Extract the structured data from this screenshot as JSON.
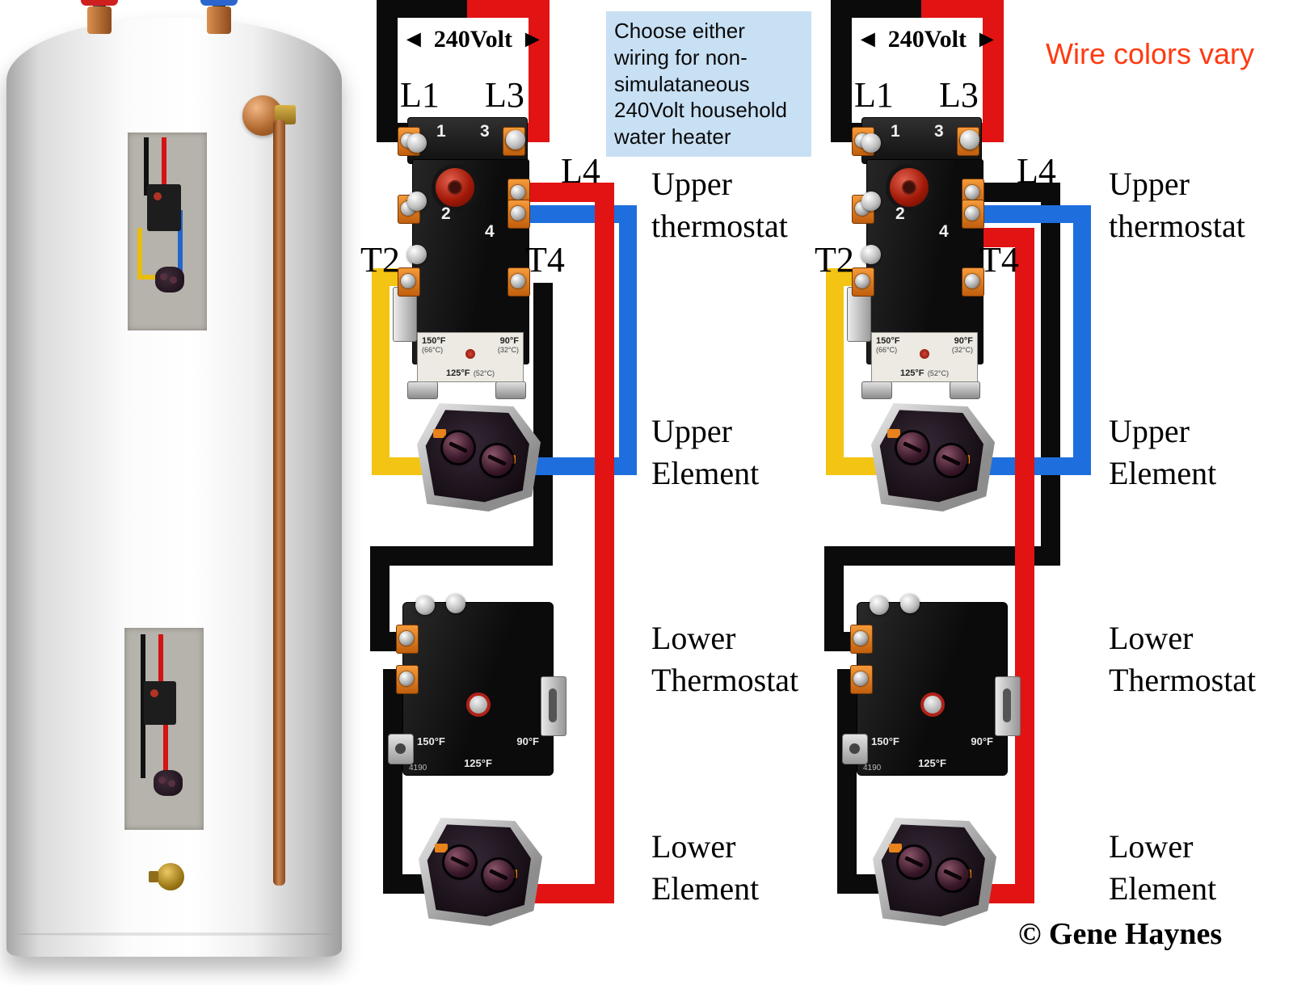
{
  "note": {
    "text": "Choose either wiring for non-simulataneous 240Volt household water heater"
  },
  "header": {
    "wire_colors_vary": "Wire colors vary"
  },
  "footer": {
    "copyright": "© Gene Haynes"
  },
  "diagram": {
    "volt_label": "240Volt",
    "arrow_left": "◄",
    "arrow_right": "►",
    "terminals": {
      "l1": "L1",
      "l3": "L3",
      "l4": "L4",
      "t2": "T2",
      "t4": "T4"
    },
    "pole_numbers": {
      "n1": "1",
      "n2": "2",
      "n3": "3",
      "n4": "4"
    },
    "labels": {
      "upper_thermostat": "Upper thermostat",
      "upper_element": "Upper Element",
      "lower_thermostat": "Lower Thermostat",
      "lower_element": "Lower Element"
    },
    "upper_stat_label": {
      "t150": "150°F",
      "c66": "(66°C)",
      "t90": "90°F",
      "c32": "(32°C)",
      "t125": "125°F",
      "c52": "(52°C)"
    },
    "lower_stat_label": {
      "t150": "150°F",
      "t90": "90°F",
      "t125": "125°F",
      "model": "4190"
    }
  },
  "colors": {
    "wire_black": "#0b0b0b",
    "wire_red": "#e21313",
    "wire_blue": "#1e6fdd",
    "wire_yellow": "#f3c413",
    "note_bg": "#c8e0f4",
    "vary_red": "#ff3a10",
    "copper_pipe": "#c9854e"
  }
}
